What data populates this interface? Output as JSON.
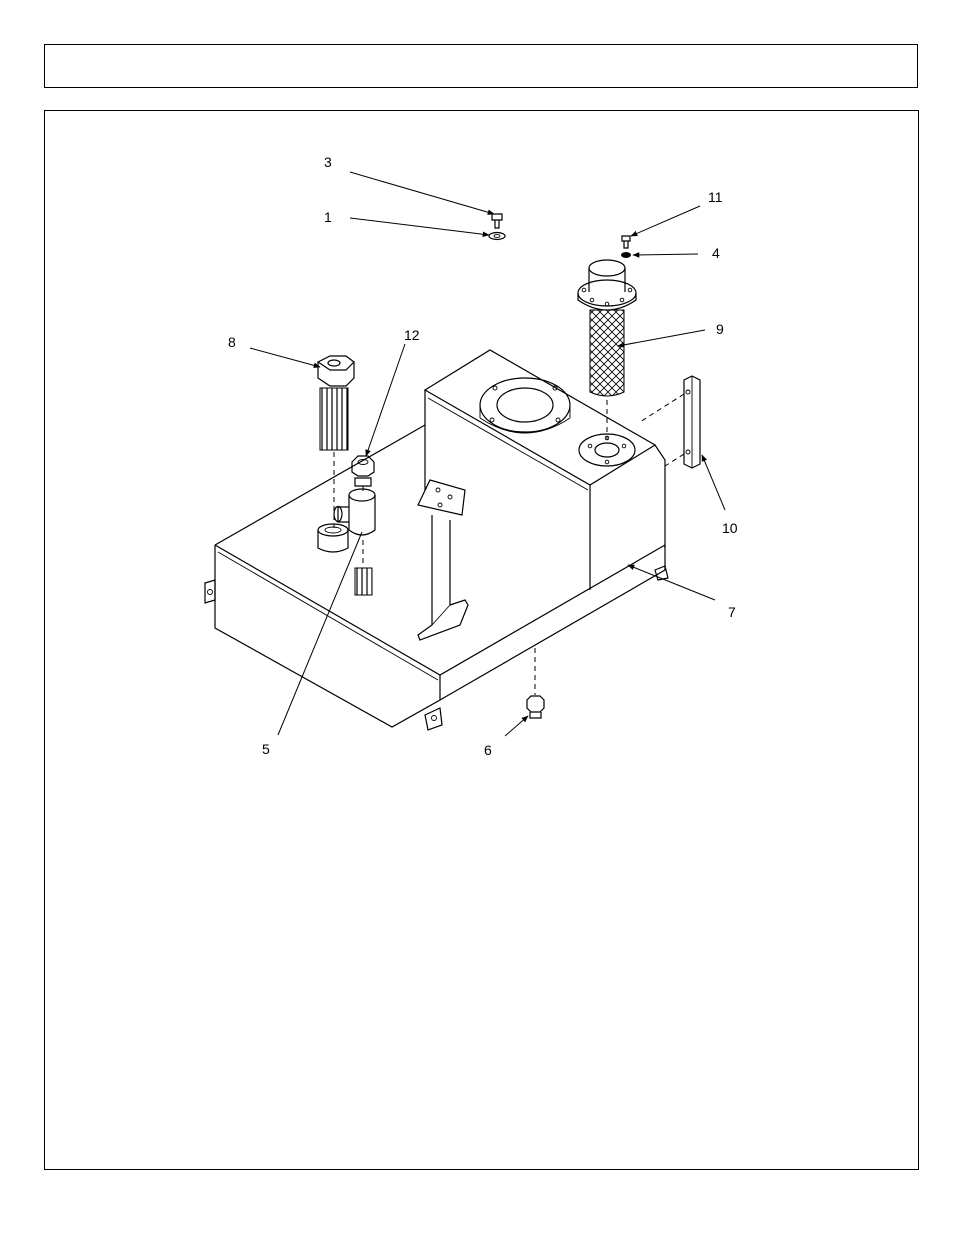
{
  "header": {
    "title": ""
  },
  "diagram": {
    "callouts": {
      "c1": "1",
      "c3": "3",
      "c4": "4",
      "c5": "5",
      "c6": "6",
      "c7": "7",
      "c8": "8",
      "c9": "9",
      "c10": "10",
      "c11": "11",
      "c12": "12"
    }
  },
  "icons": {
    "arrow": "arrowhead-icon"
  }
}
